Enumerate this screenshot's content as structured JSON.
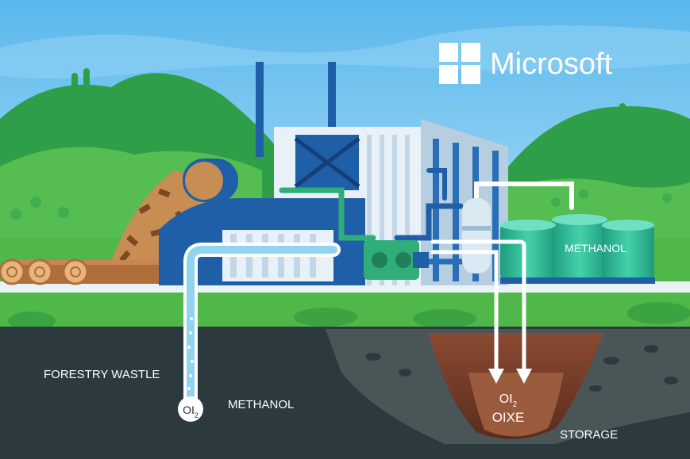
{
  "brand": {
    "name": "Microsoft",
    "logo_icon": "four-squares-logo"
  },
  "labels": {
    "tanks": "METHANOL",
    "forestry": "FORESTRY WASTLE",
    "pipe_gas": "OI",
    "pipe_gas_sub": "2",
    "methanol_below": "METHANOL",
    "storage_gas": "OI",
    "storage_gas_sub": "2",
    "storage_oixe": "OIXE",
    "storage": "STORAGE"
  },
  "colors": {
    "sky": "#6fc3f0",
    "hills_dark": "#2e9e48",
    "hills_light": "#56bd52",
    "ground": "#2c3a40",
    "plant_blue": "#1f5fa8",
    "tanks": "#2fbf9a",
    "accent_green": "#2fae7a"
  }
}
